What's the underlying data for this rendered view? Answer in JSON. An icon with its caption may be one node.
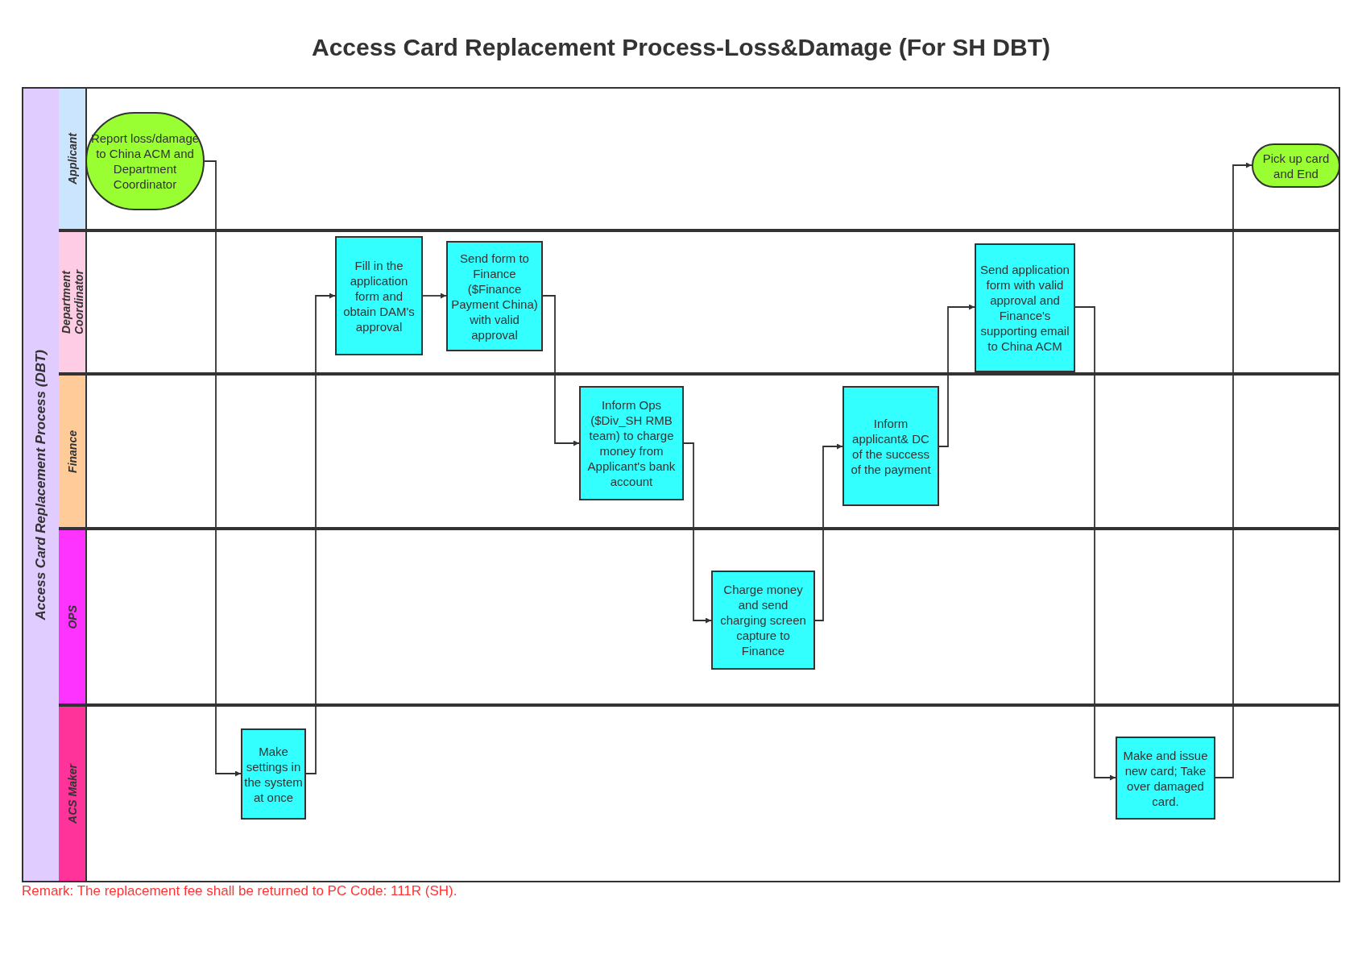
{
  "diagram": {
    "title": "Access Card Replacement Process-Loss&Damage (For SH DBT)",
    "nodes": [
      {
        "text": [
          "Access Card Replacement Process (DBT)"
        ]
      },
      {
        "text": [
          "Applicant"
        ],
        "in": 0
      },
      {
        "text": [
          "Department Coordinator"
        ],
        "in": 0
      },
      {
        "text": [
          "Finance"
        ],
        "in": 0
      },
      {
        "text": [
          "OPS"
        ],
        "in": 0
      },
      {
        "text": [
          "ACS Maker"
        ],
        "in": 0
      },
      {
        "text": [
          "Report loss/damage to China ACM and Department Coordinator"
        ],
        "in": 1
      },
      {
        "text": [
          "Pick up card and End"
        ],
        "in": 1
      },
      {
        "text": [
          "Fill in the application form and obtain DAM's approval"
        ],
        "in": 2
      },
      {
        "text": [
          "Send form to Finance ($Finance Payment China) with valid approval"
        ],
        "in": 2
      },
      {
        "text": [
          "Send application form with valid approval and Finance's supporting email to China ACM"
        ],
        "in": 2
      },
      {
        "text": [
          "Inform Ops ($Div_SH RMB team) to charge money from Applicant's bank account"
        ],
        "in": 3
      },
      {
        "text": [
          "Inform applicant& DC of the success of the payment"
        ],
        "in": 3
      },
      {
        "text": [
          "Charge money and send charging screen capture to Finance"
        ],
        "in": 4
      },
      {
        "text": [
          "Make settings in the system at once"
        ],
        "in": 5
      },
      {
        "text": [
          "Make and issue new card; Take over damaged card."
        ],
        "in": 5
      }
    ],
    "edges": [
      {
        "from": 6,
        "to": 14,
        "arrow": "to"
      },
      {
        "from": 14,
        "to": 8,
        "arrow": "to"
      },
      {
        "from": 8,
        "to": 9,
        "arrow": "to"
      },
      {
        "from": 9,
        "to": 11,
        "arrow": "to"
      },
      {
        "from": 11,
        "to": 13,
        "arrow": "to"
      },
      {
        "from": 13,
        "to": 12,
        "arrow": "to"
      },
      {
        "from": 12,
        "to": 10,
        "arrow": "to"
      },
      {
        "from": 10,
        "to": 15,
        "arrow": "to"
      },
      {
        "from": 15,
        "to": 7,
        "arrow": "to"
      }
    ],
    "labels": [
      "Remark: The replacement fee shall be returned to PC Code: 111R (SH)."
    ]
  }
}
